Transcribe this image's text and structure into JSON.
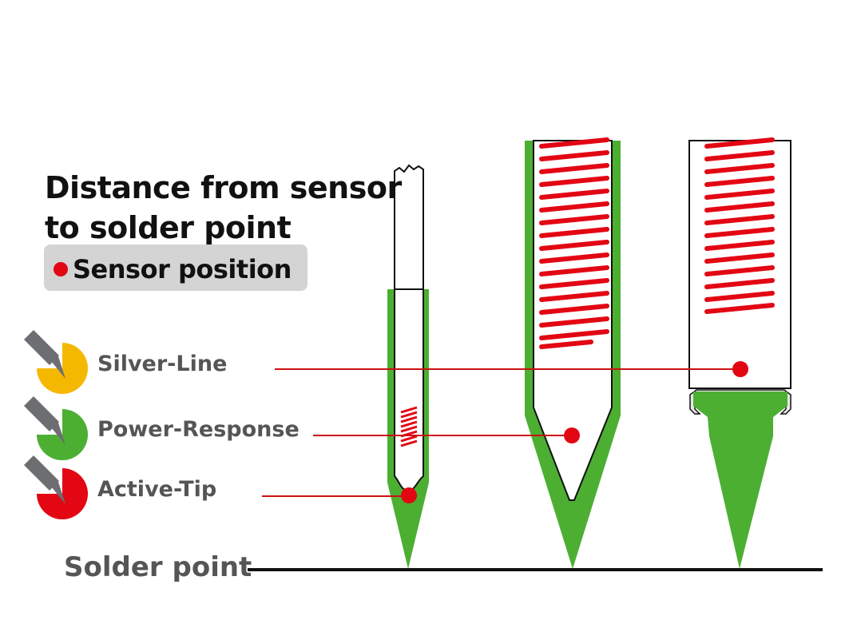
{
  "title": {
    "line1": "Distance from sensor",
    "line2": "to solder point"
  },
  "legend": {
    "sensor_label": "Sensor position",
    "items": [
      {
        "label": "Silver-Line",
        "color": "#f5b800"
      },
      {
        "label": "Power-Response",
        "color": "#4caf32"
      },
      {
        "label": "Active-Tip",
        "color": "#e30613"
      }
    ]
  },
  "baseline_label": "Solder point",
  "colors": {
    "tip_green": "#4caf32",
    "sensor_red": "#e30613",
    "leader_line": "#cc1111",
    "baseline": "#111111",
    "icon_gray": "#6d6e71"
  }
}
